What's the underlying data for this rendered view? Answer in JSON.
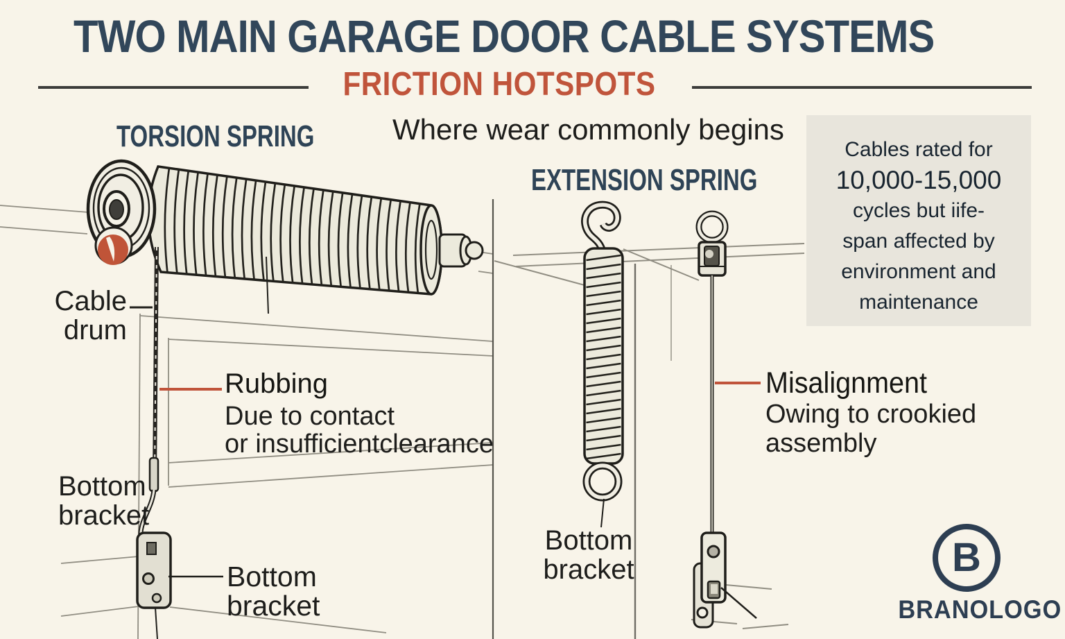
{
  "header": {
    "title": "TWO MAIN GARAGE DOOR CABLE SYSTEMS",
    "subtitle": "FRICTION HOTSPOTS",
    "tagline": "Where wear commonly begins"
  },
  "torsion": {
    "heading": "TORSION SPRING",
    "cable_drum": {
      "line1": "Cable",
      "line2": "drum"
    },
    "hotspot": {
      "title": "Rubbing",
      "desc1": "Due to contact",
      "desc2": "or insufficientclearance"
    },
    "bracket_label_left": {
      "line1": "Bottom",
      "line2": "bracket"
    },
    "bracket_label_right": {
      "line1": "Bottom",
      "line2": "bracket"
    }
  },
  "extension": {
    "heading": "EXTENSION SPRING",
    "hotspot": {
      "title": "Misalignment",
      "desc1": "Owing to crookied",
      "desc2": "assembly"
    },
    "bracket_label": {
      "line1": "Bottom",
      "line2": "bracket"
    }
  },
  "note": {
    "lines": [
      "Cables rated for",
      "10,000-15,000",
      "cycles but iife-",
      "span affected by",
      "environment and",
      "maintenance"
    ]
  },
  "brand": {
    "monogram": "B",
    "name": "BRANOLOGO"
  },
  "colors": {
    "background": "#f8f4e9",
    "ink": "#1f1e1a",
    "navy": "#2e4356",
    "accent_orange": "#c0543b",
    "note_bg": "#e8e5dc",
    "line_gray": "#908d82"
  }
}
